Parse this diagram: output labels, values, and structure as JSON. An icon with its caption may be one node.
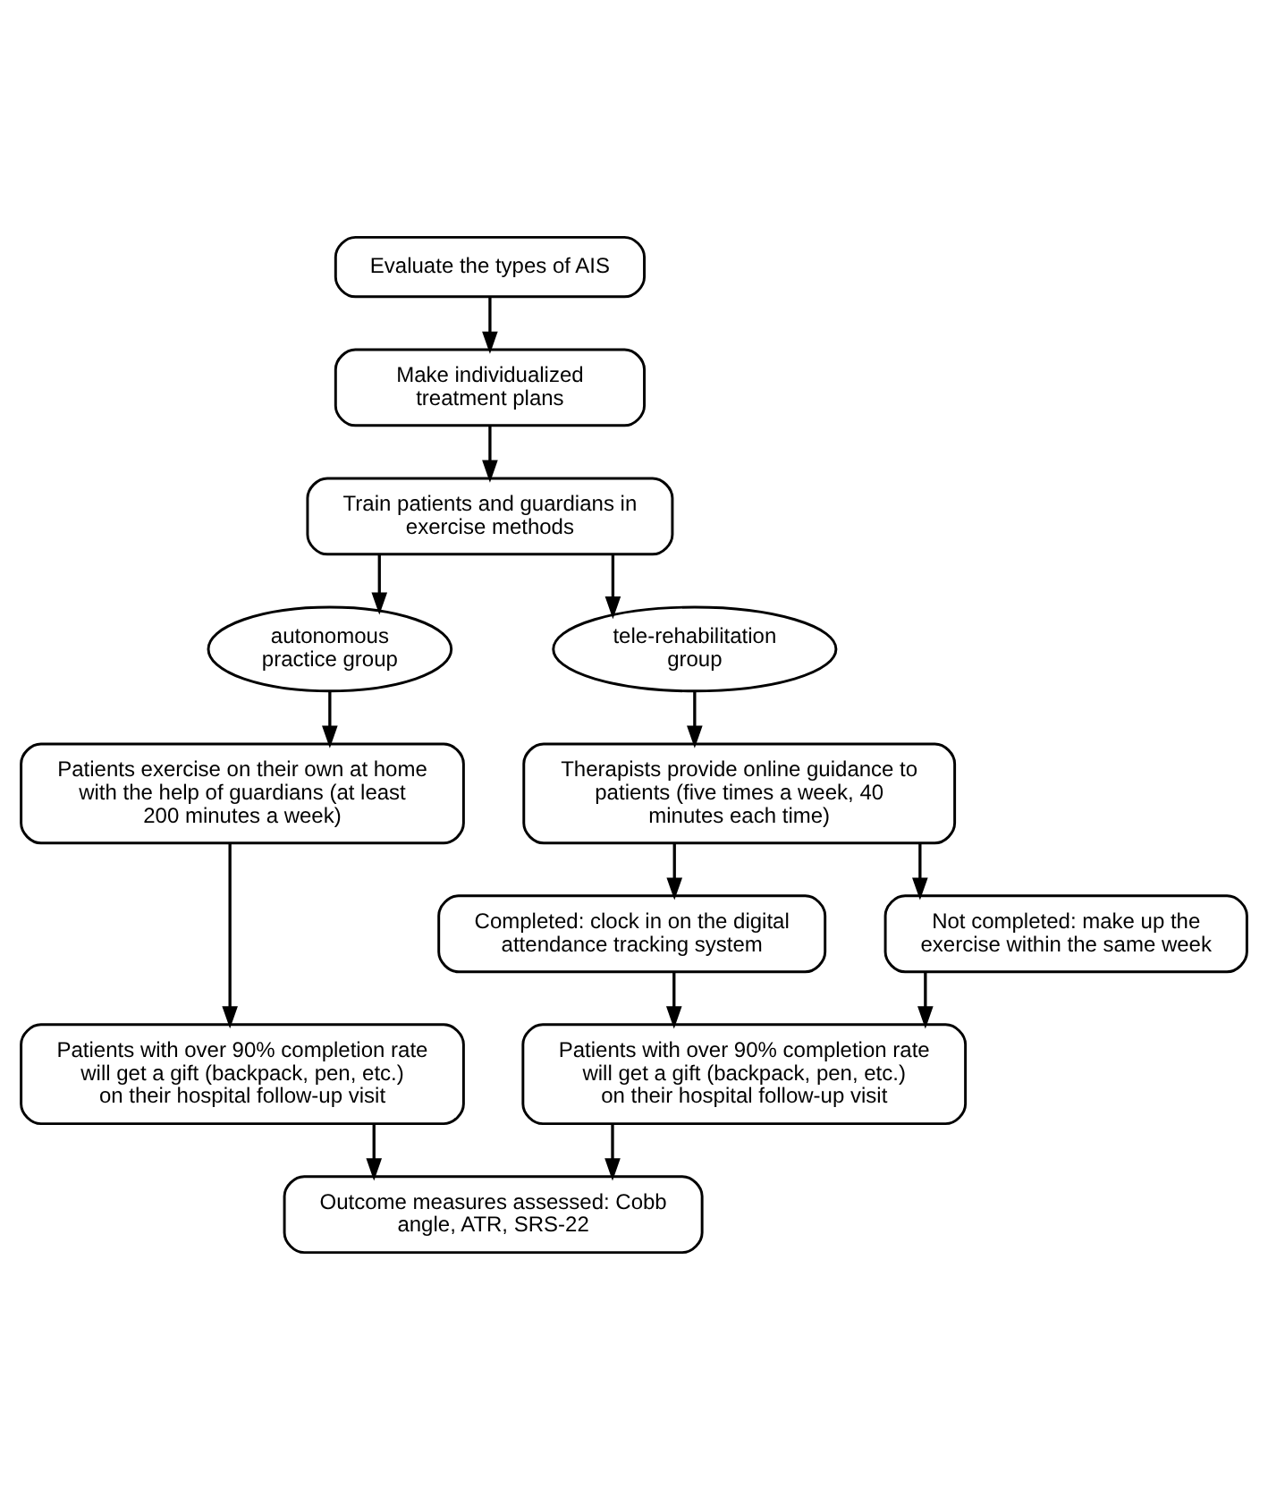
{
  "diagram": {
    "nodes": [
      {
        "text": [
          "Evaluate the types of AIS"
        ]
      },
      {
        "text": [
          "Make individualized treatment plans"
        ]
      },
      {
        "text": [
          "Train patients and guardians in exercise methods"
        ]
      },
      {
        "text": [
          "autonomous practice group"
        ]
      },
      {
        "text": [
          "tele-rehabilitation group"
        ]
      },
      {
        "text": [
          "Patients exercise on their own at home with the help of guardians (at least 200 minutes a week)"
        ]
      },
      {
        "text": [
          "Therapists provide online guidance to patients (five times a week, 40 minutes each time)"
        ]
      },
      {
        "text": [
          "Completed: clock in on the digital attendance tracking system"
        ]
      },
      {
        "text": [
          "Not completed: make up the exercise within the same week"
        ]
      },
      {
        "text": [
          "Patients with over 90% completion rate will get a gift (backpack, pen, etc.) on their hospital follow-up visit"
        ]
      },
      {
        "text": [
          "Patients with over 90% completion rate will get a gift (backpack, pen, etc.) on their hospital follow-up visit"
        ]
      },
      {
        "text": [
          "Outcome measures assessed: Cobb angle, ATR, SRS-22"
        ]
      }
    ],
    "edges": [
      {
        "from": 0,
        "to": 1,
        "arrow": "to"
      },
      {
        "from": 1,
        "to": 2,
        "arrow": "to"
      },
      {
        "from": 2,
        "to": 3,
        "arrow": "to"
      },
      {
        "from": 2,
        "to": 4,
        "arrow": "to"
      },
      {
        "from": 3,
        "to": 5,
        "arrow": "to"
      },
      {
        "from": 4,
        "to": 6,
        "arrow": "to"
      },
      {
        "from": 6,
        "to": 7,
        "arrow": "to"
      },
      {
        "from": 6,
        "to": 8,
        "arrow": "to"
      },
      {
        "from": 5,
        "to": 9,
        "arrow": "to"
      },
      {
        "from": 7,
        "to": 10,
        "arrow": "to"
      },
      {
        "from": 8,
        "to": 10,
        "arrow": "to"
      },
      {
        "from": 9,
        "to": 11,
        "arrow": "to"
      },
      {
        "from": 10,
        "to": 11,
        "arrow": "to"
      }
    ]
  }
}
